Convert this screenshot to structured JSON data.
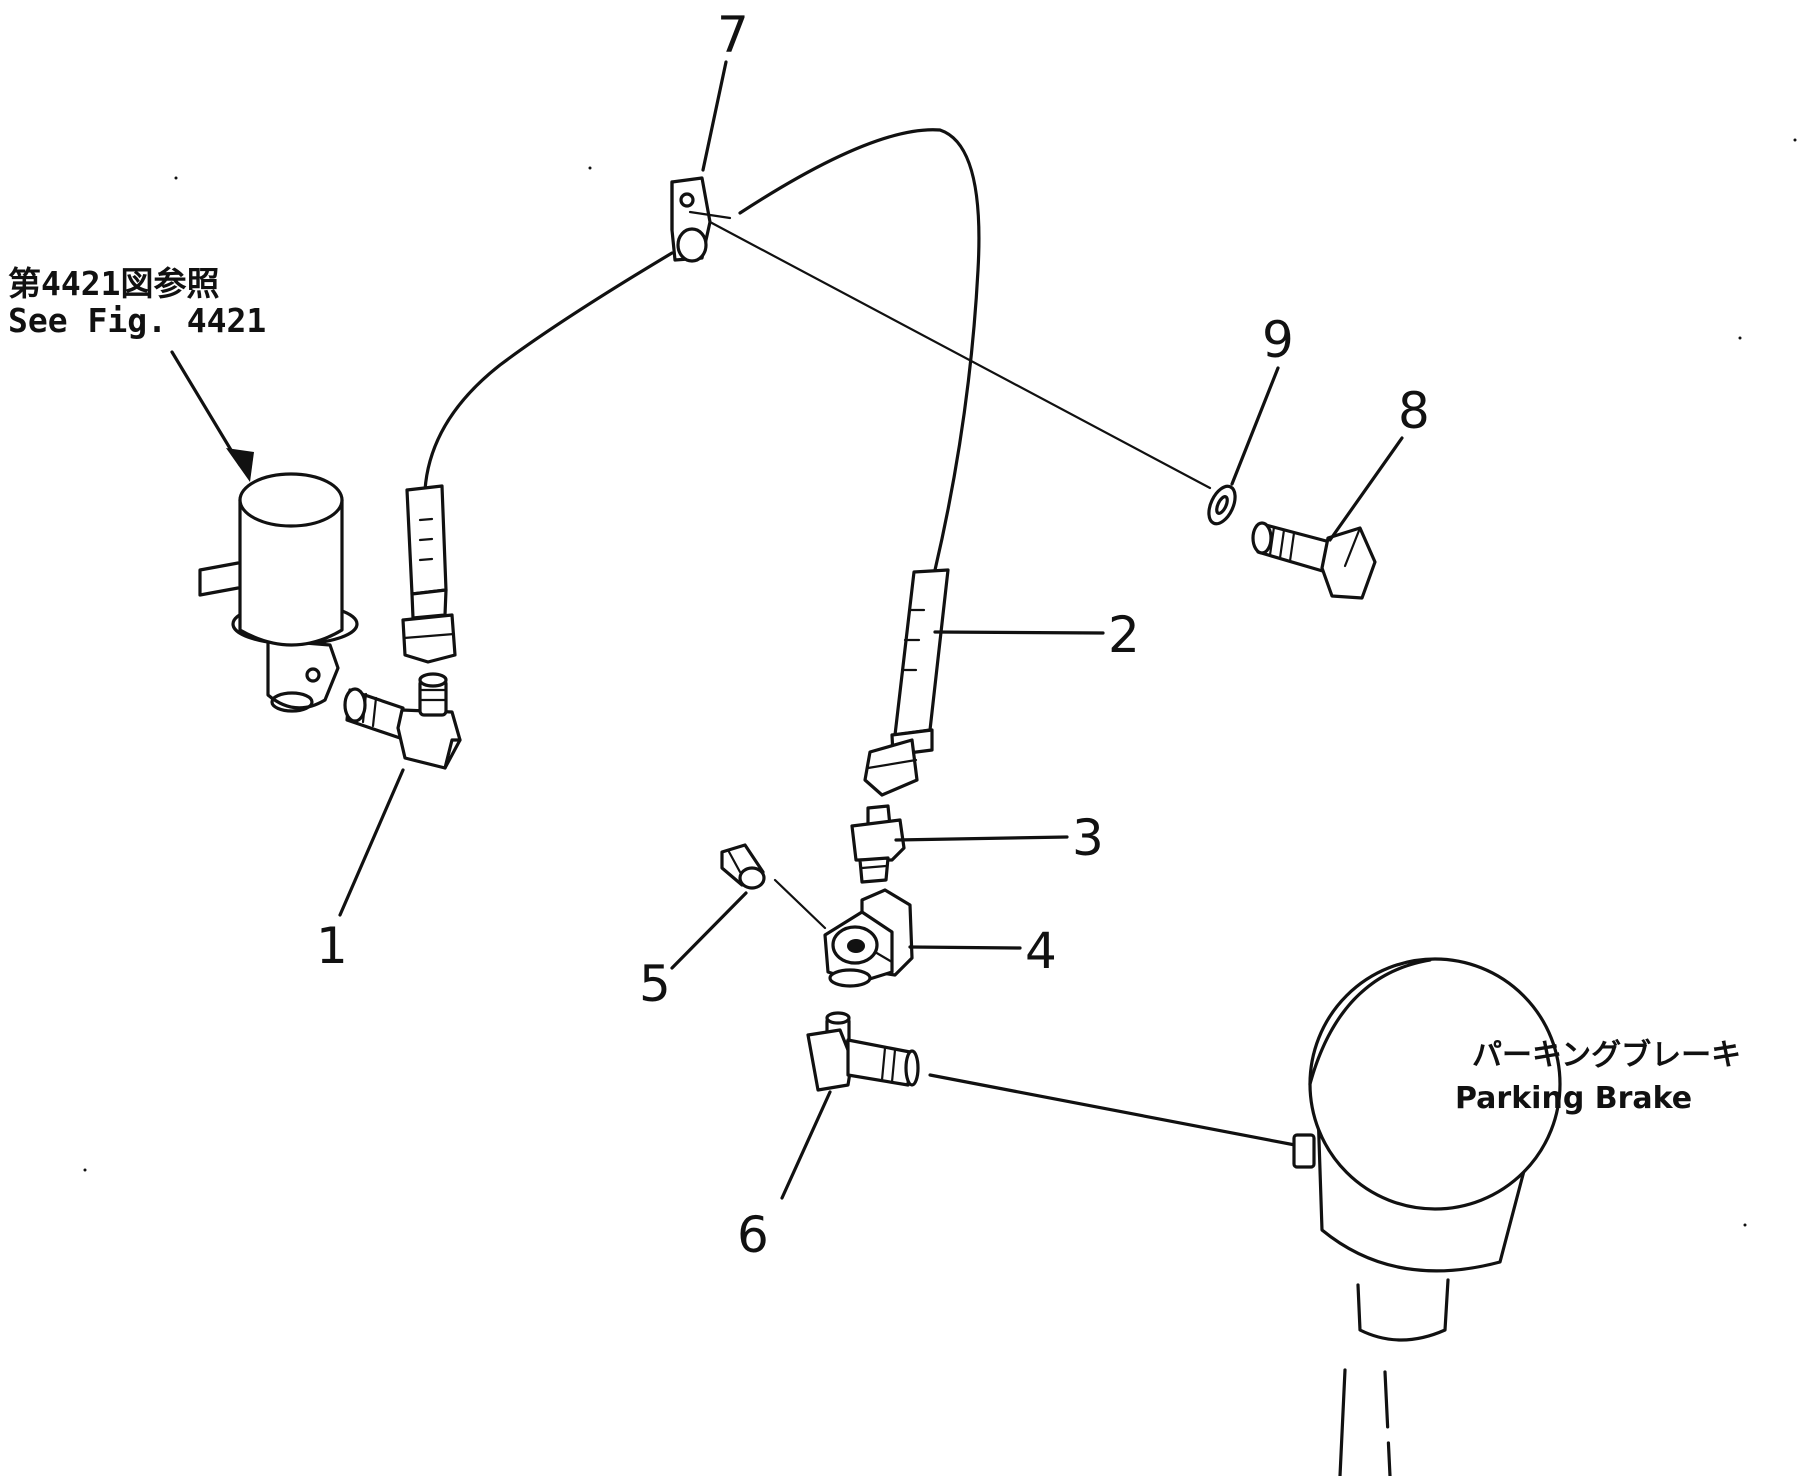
{
  "reference_note": {
    "japanese": "第4421図参照",
    "english": "See Fig. 4421"
  },
  "destination_note": {
    "japanese": "パーキングブレーキ",
    "english": "Parking Brake"
  },
  "callouts": [
    "1",
    "2",
    "3",
    "4",
    "5",
    "6",
    "7",
    "8",
    "9"
  ]
}
